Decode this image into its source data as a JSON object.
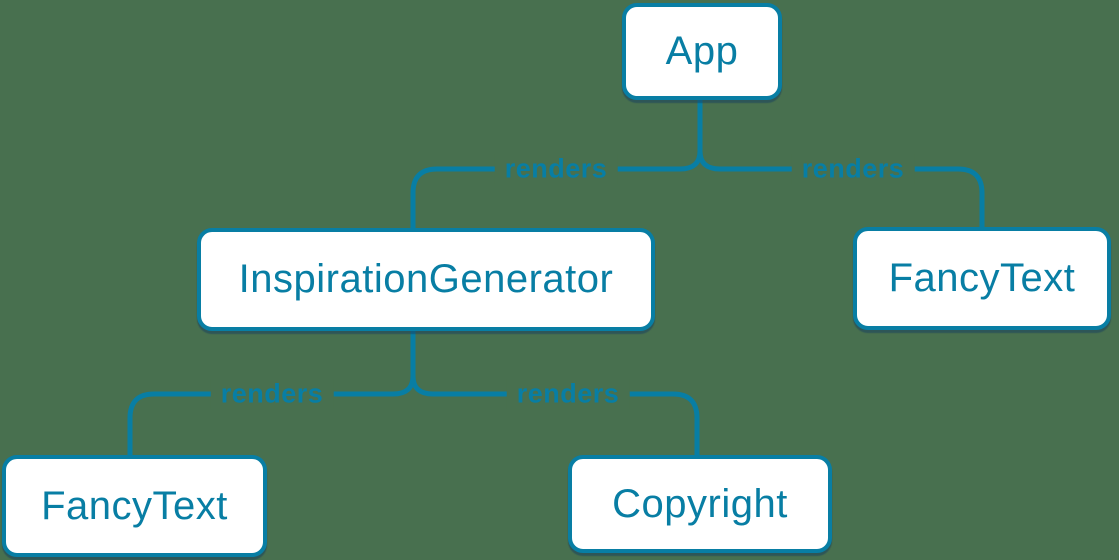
{
  "colors": {
    "background": "#48704f",
    "accent": "#087ea4",
    "node_fill": "#ffffff"
  },
  "diagram": {
    "type": "component-render-tree",
    "nodes": [
      {
        "id": "app",
        "label": "App"
      },
      {
        "id": "inspiration-generator",
        "label": "InspirationGenerator"
      },
      {
        "id": "fancy-text-right",
        "label": "FancyText"
      },
      {
        "id": "fancy-text-left",
        "label": "FancyText"
      },
      {
        "id": "copyright",
        "label": "Copyright"
      }
    ],
    "edges": [
      {
        "from": "App",
        "to": "InspirationGenerator",
        "label": "renders"
      },
      {
        "from": "App",
        "to": "FancyText",
        "label": "renders"
      },
      {
        "from": "InspirationGenerator",
        "to": "FancyText",
        "label": "renders"
      },
      {
        "from": "InspirationGenerator",
        "to": "Copyright",
        "label": "renders"
      }
    ]
  }
}
